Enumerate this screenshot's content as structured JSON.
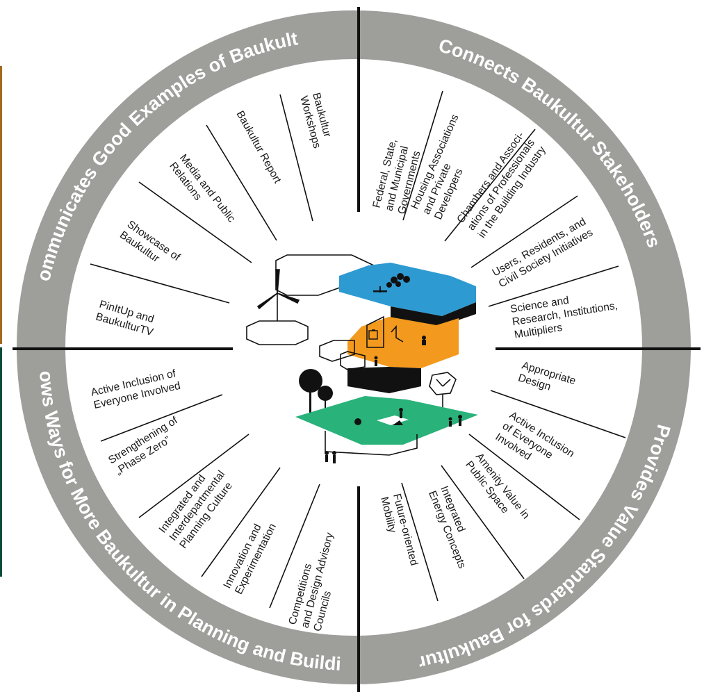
{
  "colors": {
    "ring": "#9e9e9b",
    "background": "#ffffff",
    "ink": "#111111",
    "building_blue": "#2e9ad2",
    "building_orange": "#f39a1e",
    "ground_green": "#29b27a",
    "accent_frame_left": "#a46a1d",
    "accent_frame_left_bottom": "#0c4b3c"
  },
  "quadrants": {
    "top_left": {
      "title": "Communicates Good Examples of Baukultur",
      "items": [
        {
          "lines": [
            "PinItUp and",
            "BaukulturTV"
          ]
        },
        {
          "lines": [
            "Showcase of",
            "Baukultur"
          ]
        },
        {
          "lines": [
            "Media and Public",
            "Relations"
          ]
        },
        {
          "lines": [
            "Baukultur Report"
          ]
        },
        {
          "lines": [
            "Baukultur",
            "Workshops"
          ]
        }
      ]
    },
    "top_right": {
      "title": "Connects Baukultur Stakeholders",
      "items": [
        {
          "lines": [
            "Federal, State,",
            "and Municipal",
            "Governments"
          ]
        },
        {
          "lines": [
            "Housing Associations",
            "and Private",
            "Developers"
          ]
        },
        {
          "lines": [
            "Chambers and Associ-",
            "ations of Professionals",
            "in the Building Industry"
          ]
        },
        {
          "lines": [
            "Users, Residents, and",
            "Civil Society Initiatives"
          ]
        },
        {
          "lines": [
            "Science and",
            "Research, Institutions,",
            "Multipliers"
          ]
        }
      ]
    },
    "bottom_left": {
      "title": "Shows Ways for More Baukultur in Planning and Building",
      "items": [
        {
          "lines": [
            "Active Inclusion of",
            "Everyone Involved"
          ]
        },
        {
          "lines": [
            "Strengthening of",
            "„Phase Zero”"
          ]
        },
        {
          "lines": [
            "Integrated and",
            "Interdepartmental",
            "Planning Culture"
          ]
        },
        {
          "lines": [
            "Innovation and",
            "Experimentation"
          ]
        },
        {
          "lines": [
            "Competitions",
            "and Design Advisory",
            "Councils"
          ]
        }
      ]
    },
    "bottom_right": {
      "title": "Provides Value Standards for Baukultur",
      "items": [
        {
          "lines": [
            "Appropriate",
            "Design"
          ]
        },
        {
          "lines": [
            "Active Inclusion",
            "of Everyone",
            "Involved"
          ]
        },
        {
          "lines": [
            "Amenity Value in",
            "Public Space"
          ]
        },
        {
          "lines": [
            "Integrated",
            "Energy Concepts"
          ]
        },
        {
          "lines": [
            "Future-oriented",
            "Mobility"
          ]
        }
      ]
    }
  }
}
